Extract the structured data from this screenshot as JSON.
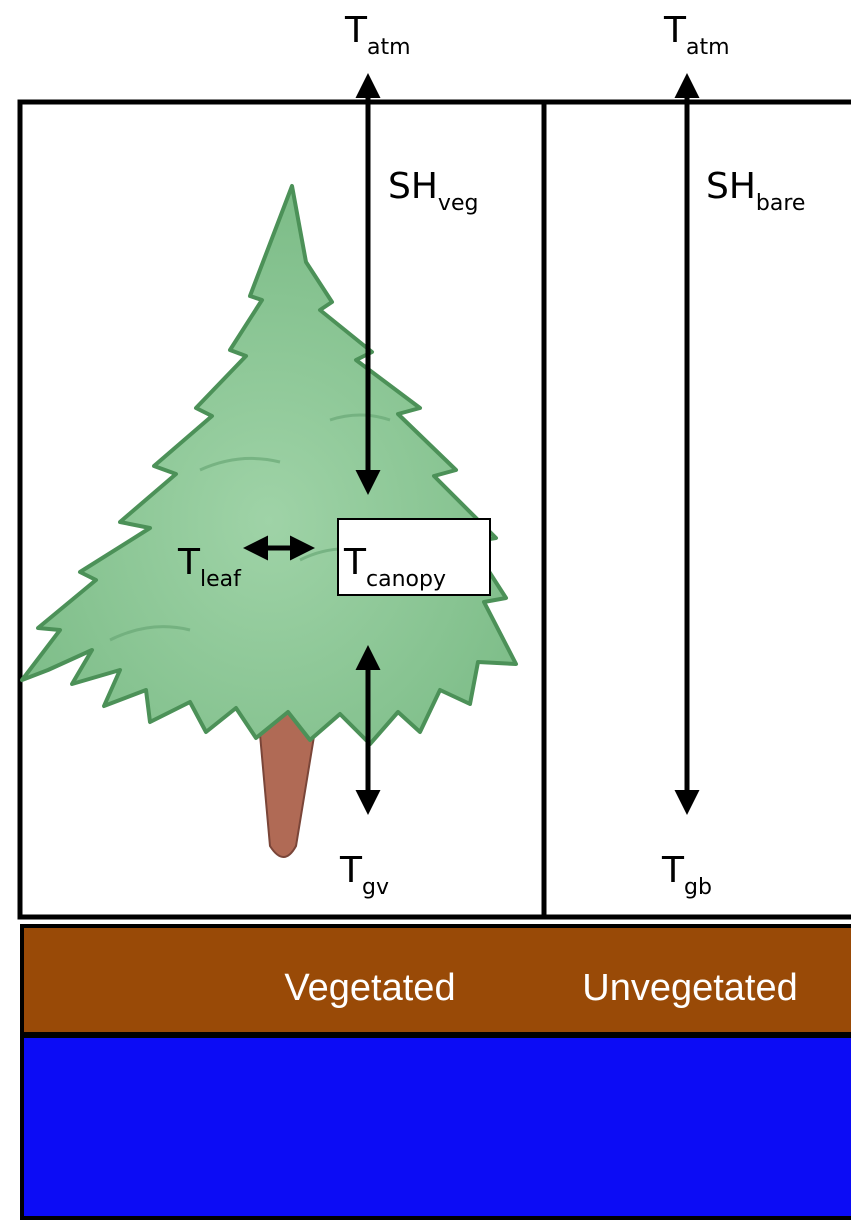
{
  "labels": {
    "t_atm_left": {
      "main": "T",
      "sub": "atm"
    },
    "t_atm_right": {
      "main": "T",
      "sub": "atm"
    },
    "sh_veg": {
      "main": "SH",
      "sub": "veg"
    },
    "sh_bare": {
      "main": "SH",
      "sub": "bare"
    },
    "t_leaf": {
      "main": "T",
      "sub": "leaf"
    },
    "t_canopy": {
      "main": "T",
      "sub": "canopy"
    },
    "t_gv": {
      "main": "T",
      "sub": "gv"
    },
    "t_gb": {
      "main": "T",
      "sub": "gb"
    }
  },
  "soil": {
    "vegetated_label": "Vegetated",
    "unvegetated_label": "Unvegetated"
  },
  "colors": {
    "soil": "#994a07",
    "water": "#0c0cf5",
    "tree_green": "#86c48f",
    "tree_outline": "#4c9158",
    "trunk": "#b06a55",
    "border": "#000000"
  }
}
